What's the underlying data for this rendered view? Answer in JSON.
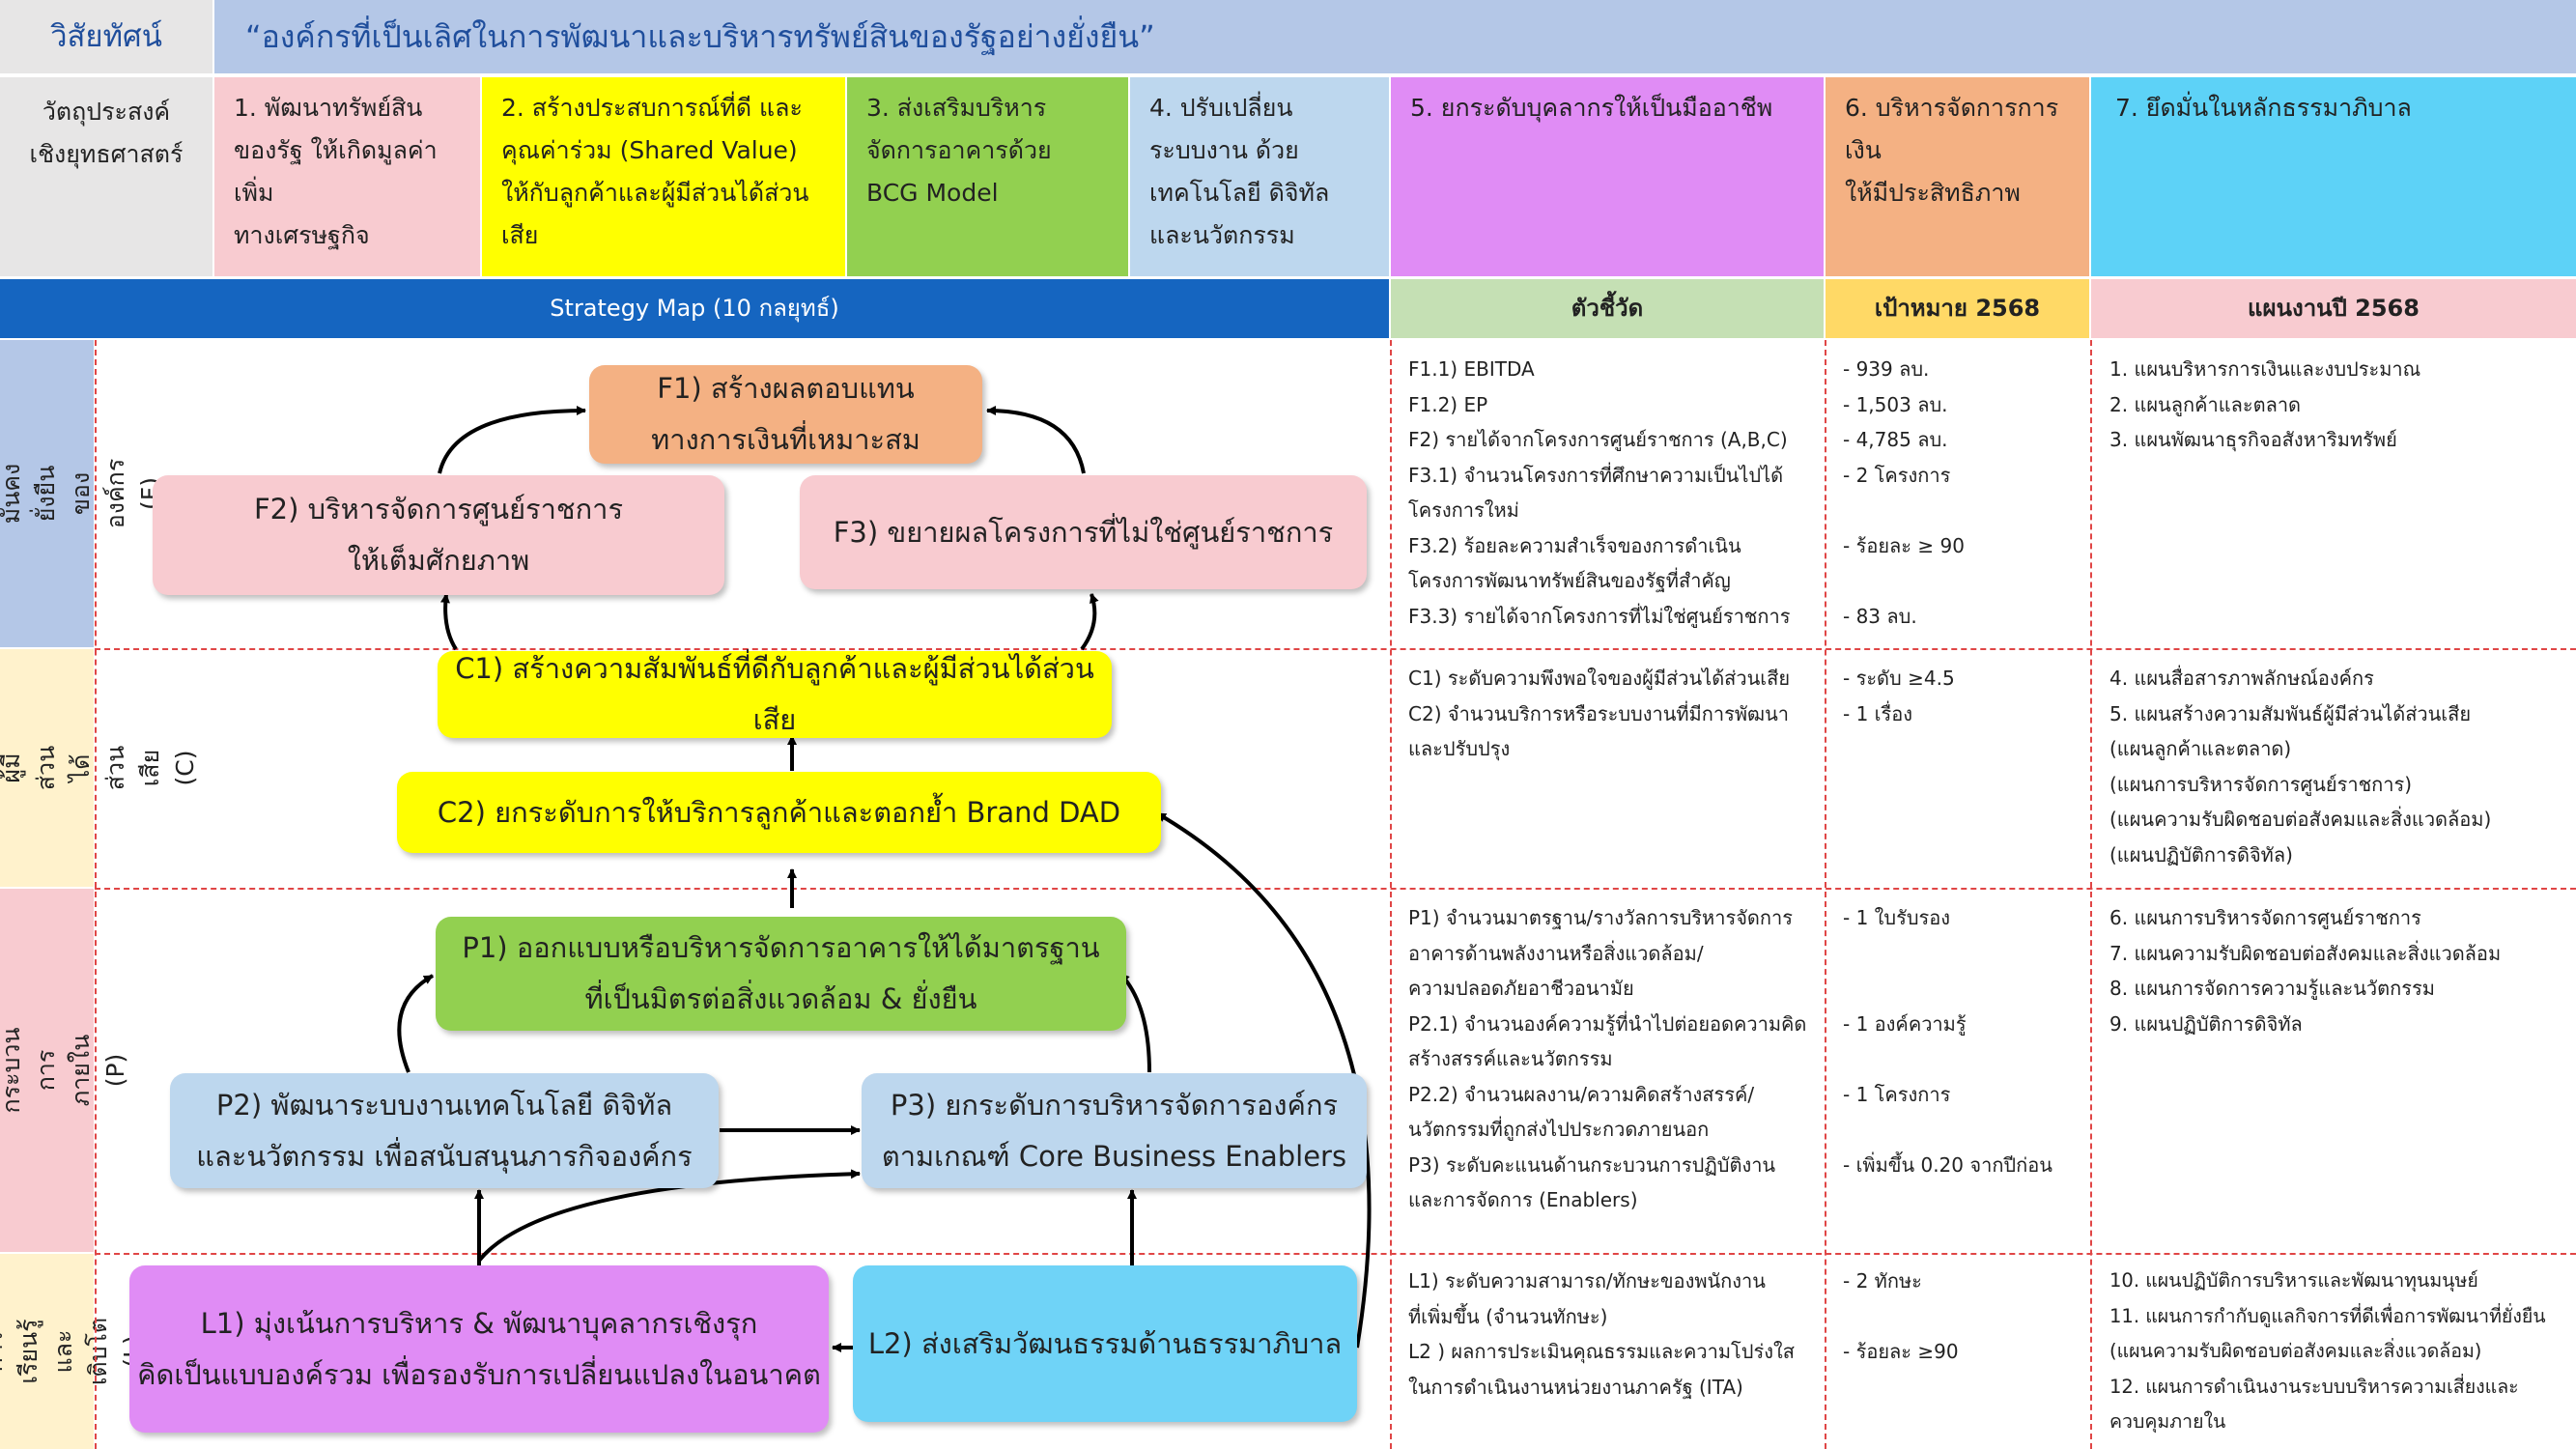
{
  "vision": {
    "label": "วิสัยทัศน์",
    "text": "“องค์กรที่เป็นเลิศในการพัฒนาและบริหารทรัพย์สินของรัฐอย่างยั่งยืน”"
  },
  "objectives": {
    "label": "วัตถุประสงค์\nเชิงยุทธศาสตร์",
    "items": [
      {
        "text": "1. พัฒนาทรัพย์สิน\nของรัฐ ให้เกิดมูลค่าเพิ่ม\nทางเศรษฐกิจ",
        "color": "#f8cbd0"
      },
      {
        "text": "2. สร้างประสบการณ์ที่ดี และ\nคุณค่าร่วม (Shared Value)\nให้กับลูกค้าและผู้มีส่วนได้ส่วนเสีย",
        "color": "#ffff00"
      },
      {
        "text": "3. ส่งเสริมบริหาร\nจัดการอาคารด้วย\nBCG Model",
        "color": "#92d050"
      },
      {
        "text": "4. ปรับเปลี่ยน\nระบบงาน ด้วย\nเทคโนโลยี ดิจิทัล\nและนวัตกรรม",
        "color": "#bdd7ee"
      },
      {
        "text": "5. ยกระดับบุคลากรให้เป็นมืออาชีพ",
        "color": "#e08cf5"
      },
      {
        "text": "6. บริหารจัดการการเงิน\nให้มีประสิทธิภาพ",
        "color": "#f4b183"
      },
      {
        "text": "7. ยึดมั่นในหลักธรรมาภิบาล",
        "color": "#5dd2f7"
      }
    ]
  },
  "table_headers": {
    "strategy_map": "Strategy Map (10 กลยุทธ์)",
    "indicators": "ตัวชี้วัด",
    "targets": "เป้าหมาย 2568",
    "plans": "แผนงานปี 2568"
  },
  "perspectives": [
    {
      "label": "ด้านความมั่นคง\nยั่งยืนขององค์กร (F)",
      "color": "#b4c7e7"
    },
    {
      "label": "ด้านลูกค้าและ\nผู้มีส่วนได้ส่วนเสีย (C)",
      "color": "#fff2cc"
    },
    {
      "label": "ด้านกระบวน\nการภายใน (P)",
      "color": "#f8cbd0"
    },
    {
      "label": "ด้านการเรียนรู้\nและเติบโต (L)",
      "color": "#fff2cc"
    }
  ],
  "nodes": {
    "F1": "F1) สร้างผลตอบแทน\nทางการเงินที่เหมาะสม",
    "F2": "F2) บริหารจัดการศูนย์ราชการ\nให้เต็มศักยภาพ",
    "F3": "F3) ขยายผลโครงการที่ไม่ใช่ศูนย์ราชการ",
    "C1": "C1) สร้างความสัมพันธ์ที่ดีกับลูกค้าและผู้มีส่วนได้ส่วนเสีย",
    "C2": "C2) ยกระดับการให้บริการลูกค้าและตอกย้ำ Brand DAD",
    "P1": "P1) ออกแบบหรือบริหารจัดการอาคารให้ได้มาตรฐาน\nที่เป็นมิตรต่อสิ่งแวดล้อม & ยั่งยืน",
    "P2": "P2) พัฒนาระบบงานเทคโนโลยี ดิจิทัล\nและนวัตกรรม เพื่อสนับสนุนภารกิจองค์กร",
    "P3": "P3) ยกระดับการบริหารจัดการองค์กร\nตามเกณฑ์ Core Business Enablers",
    "L1": "L1) มุ่งเน้นการบริหาร & พัฒนาบุคลากรเชิงรุก\nคิดเป็นแบบองค์รวม เพื่อรองรับการเปลี่ยนแปลงในอนาคต",
    "L2": "L2) ส่งเสริมวัฒนธรรมด้านธรรมาภิบาล"
  },
  "colors": {
    "F1": "#f4b183",
    "F_light": "#f8cbd0",
    "C": "#ffff00",
    "P1": "#92d050",
    "P_light": "#bdd7ee",
    "L1": "#e08cf5",
    "L2": "#6fd3f7",
    "strategy_header": "#1565c0",
    "indicator_header": "#c5e0b4",
    "target_header": "#ffd966",
    "plan_header": "#f8cbd0",
    "vision_bg": "#b4c7e7",
    "vision_text": "#1f4e9c",
    "dashed": "#e04646"
  },
  "indicators": {
    "F": "F1.1) EBITDA\nF1.2) EP\nF2)  รายได้จากโครงการศูนย์ราชการ (A,B,C)\nF3.1) จำนวนโครงการที่ศึกษาความเป็นไปได้\n        โครงการใหม่\nF3.2) ร้อยละความสำเร็จของการดำเนิน\n        โครงการพัฒนาทรัพย์สินของรัฐที่สำคัญ\nF3.3)  รายได้จากโครงการที่ไม่ใช่ศูนย์ราชการ",
    "C": "C1) ระดับความพึงพอใจของผู้มีส่วนได้ส่วนเสีย\nC2)  จำนวนบริการหรือระบบงานที่มีการพัฒนา\n       และปรับปรุง",
    "P": "P1) จำนวนมาตรฐาน/รางวัลการบริหารจัดการ\n       อาคารด้านพลังงานหรือสิ่งแวดล้อม/\n       ความปลอดภัยอาชีวอนามัย\nP2.1) จำนวนองค์ความรู้ที่นำไปต่อยอดความคิด\n         สร้างสรรค์และนวัตกรรม\n P2.2) จำนวนผลงาน/ความคิดสร้างสรรค์/\n          นวัตกรรมที่ถูกส่งไปประกวดภายนอก\n P3) ระดับคะแนนด้านกระบวนการปฏิบัติงาน\n        และการจัดการ (Enablers)",
    "L": "L1) ระดับความสามารถ/ทักษะของพนักงาน\n      ที่เพิ่มขึ้น (จำนวนทักษะ)\nL2 ) ผลการประเมินคุณธรรมและความโปร่งใส\n      ในการดำเนินงานหน่วยงานภาครัฐ (ITA)"
  },
  "targets": {
    "F": "- 939 ลบ.\n- 1,503 ลบ.\n- 4,785 ลบ.\n- 2 โครงการ\n\n- ร้อยละ ≥ 90\n\n- 83 ลบ.",
    "C": "- ระดับ ≥4.5\n- 1 เรื่อง",
    "P": "- 1 ใบรับรอง\n\n\n- 1 องค์ความรู้\n\n- 1 โครงการ\n\n- เพิ่มขึ้น 0.20 จากปีก่อน",
    "L": "- 2 ทักษะ\n\n- ร้อยละ ≥90"
  },
  "plans": {
    "F": "1. แผนบริหารการเงินและงบประมาณ\n2. แผนลูกค้าและตลาด\n3. แผนพัฒนาธุรกิจอสังหาริมทรัพย์",
    "C": "4. แผนสื่อสารภาพลักษณ์องค์กร\n5. แผนสร้างความสัมพันธ์ผู้มีส่วนได้ส่วนเสีย\n  (แผนลูกค้าและตลาด)\n  (แผนการบริหารจัดการศูนย์ราชการ)\n  (แผนความรับผิดชอบต่อสังคมและสิ่งแวดล้อม)\n  (แผนปฏิบัติการดิจิทัล)",
    "P": "6. แผนการบริหารจัดการศูนย์ราชการ\n7. แผนความรับผิดชอบต่อสังคมและสิ่งแวดล้อม\n8. แผนการจัดการความรู้และนวัตกรรม\n9. แผนปฏิบัติการดิจิทัล",
    "L": "10. แผนปฏิบัติการบริหารและพัฒนาทุนมนุษย์\n11. แผนการกำกับดูแลกิจการที่ดีเพื่อการพัฒนาที่ยั่งยืน\n     (แผนความรับผิดชอบต่อสังคมและสิ่งแวดล้อม)\n12. แผนการดำเนินงานระบบบริหารความเสี่ยงและ\n     ควบคุมภายใน"
  }
}
